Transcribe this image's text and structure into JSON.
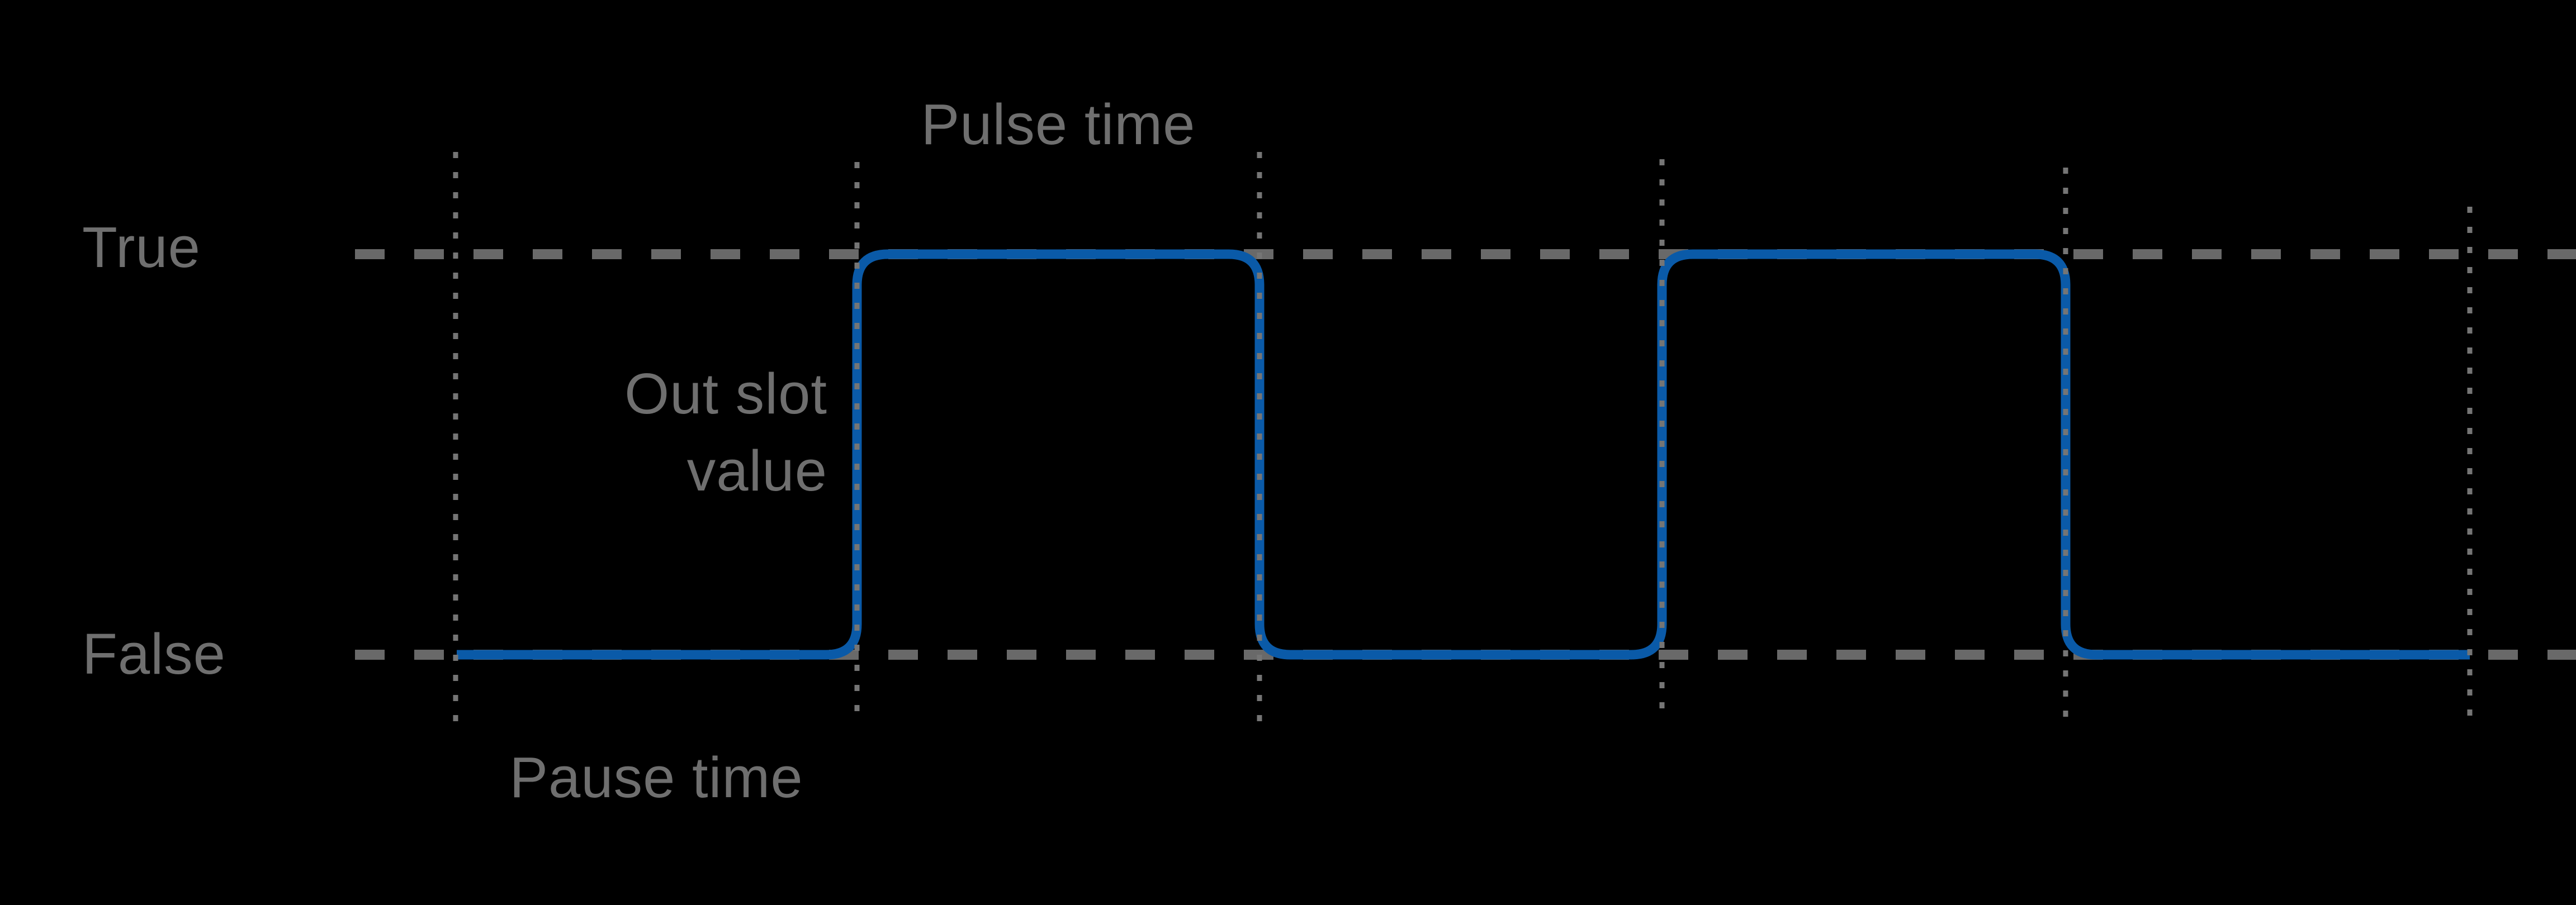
{
  "diagram": {
    "description": "Timing diagram of a pulse generator output toggling between False and True",
    "labels": {
      "true_level": "True",
      "false_level": "False",
      "pulse_time": "Pulse time",
      "pause_time": "Pause time",
      "out_slot_line1": "Out slot",
      "out_slot_line2": "value"
    },
    "colors": {
      "background": "#000000",
      "signal_blue": "#0a5aa8",
      "level_dash_gray": "#696969",
      "boundary_dot_gray": "#757575",
      "label_gray": "#6f6f6f"
    }
  },
  "chart_data": {
    "type": "line",
    "subtype": "square-wave-timing-diagram",
    "title": "",
    "xlabel": "",
    "ylabel": "",
    "y_levels": [
      "False",
      "True"
    ],
    "grid": {
      "vertical_boundary_count": 6,
      "vertical_style": "dotted",
      "level_style": "dashed"
    },
    "legend_position": "none",
    "series": [
      {
        "name": "Out slot value",
        "boundaries": [
          0,
          1,
          2,
          3,
          4,
          5
        ],
        "segments": [
          {
            "from": 0,
            "to": 1,
            "value": "False",
            "label": "Pause time"
          },
          {
            "from": 1,
            "to": 2,
            "value": "True",
            "label": "Pulse time"
          },
          {
            "from": 2,
            "to": 3,
            "value": "False",
            "label": ""
          },
          {
            "from": 3,
            "to": 4,
            "value": "True",
            "label": ""
          },
          {
            "from": 4,
            "to": 5,
            "value": "False",
            "label": ""
          }
        ]
      }
    ],
    "annotations": [
      {
        "text": "Pulse time",
        "position": "above pulse between boundary 2 and 3"
      },
      {
        "text": "Pause time",
        "position": "below pause between boundary 1 and 2"
      },
      {
        "text": "Out slot value",
        "position": "left of first rising edge"
      }
    ]
  }
}
